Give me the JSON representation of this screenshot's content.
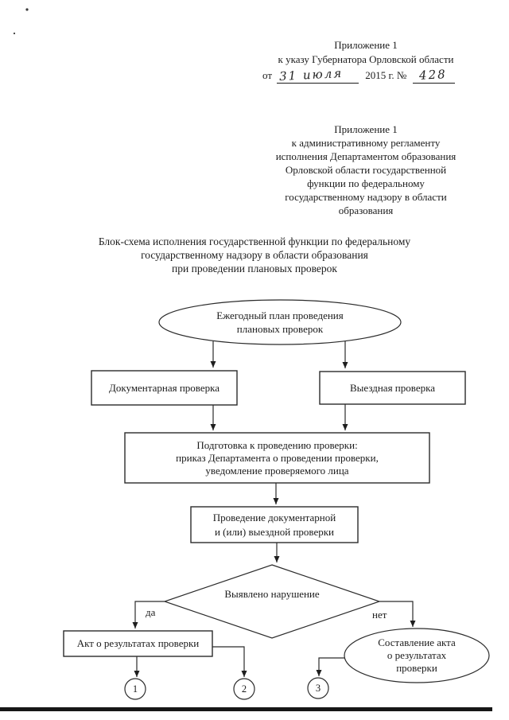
{
  "document": {
    "annex_note_1": {
      "title": "Приложение 1",
      "subtitle": "к указу Губернатора Орловской области",
      "date_prefix": "от",
      "date_handwritten": "31 июля",
      "date_suffix": "2015 г. №",
      "number_handwritten": "428"
    },
    "annex_note_2": {
      "lines": "Приложение 1\nк административному регламенту\nисполнения Департаментом образования\nОрловской области государственной\nфункции по федеральному\nгосударственному надзору в области\nобразования"
    },
    "title": "Блок-схема исполнения государственной функции по федеральному\nгосударственному надзору в области образования\nпри проведении плановых проверок"
  },
  "flowchart": {
    "start_ellipse": "Ежегодный план проведения\nплановых проверок",
    "documentary_check_box": "Документарная проверка",
    "field_check_box": "Выездная проверка",
    "preparation_box": "Подготовка к проведению проверки:\nприказ Департамента о проведении проверки,\nуведомление проверяемого лица",
    "conduct_box": "Проведение документарной\nи (или) выездной проверки",
    "decision_diamond": "Выявлено нарушение",
    "yes_label": "да",
    "no_label": "нет",
    "act_box": "Акт о результатах проверки",
    "result_ellipse": "Составление акта\nо результатах\nпроверки",
    "connector_circles": [
      "1",
      "2",
      "3"
    ]
  },
  "colors": {
    "ink": "#1b1b1b",
    "paper": "#ffffff",
    "scan_bar": "#161616"
  }
}
